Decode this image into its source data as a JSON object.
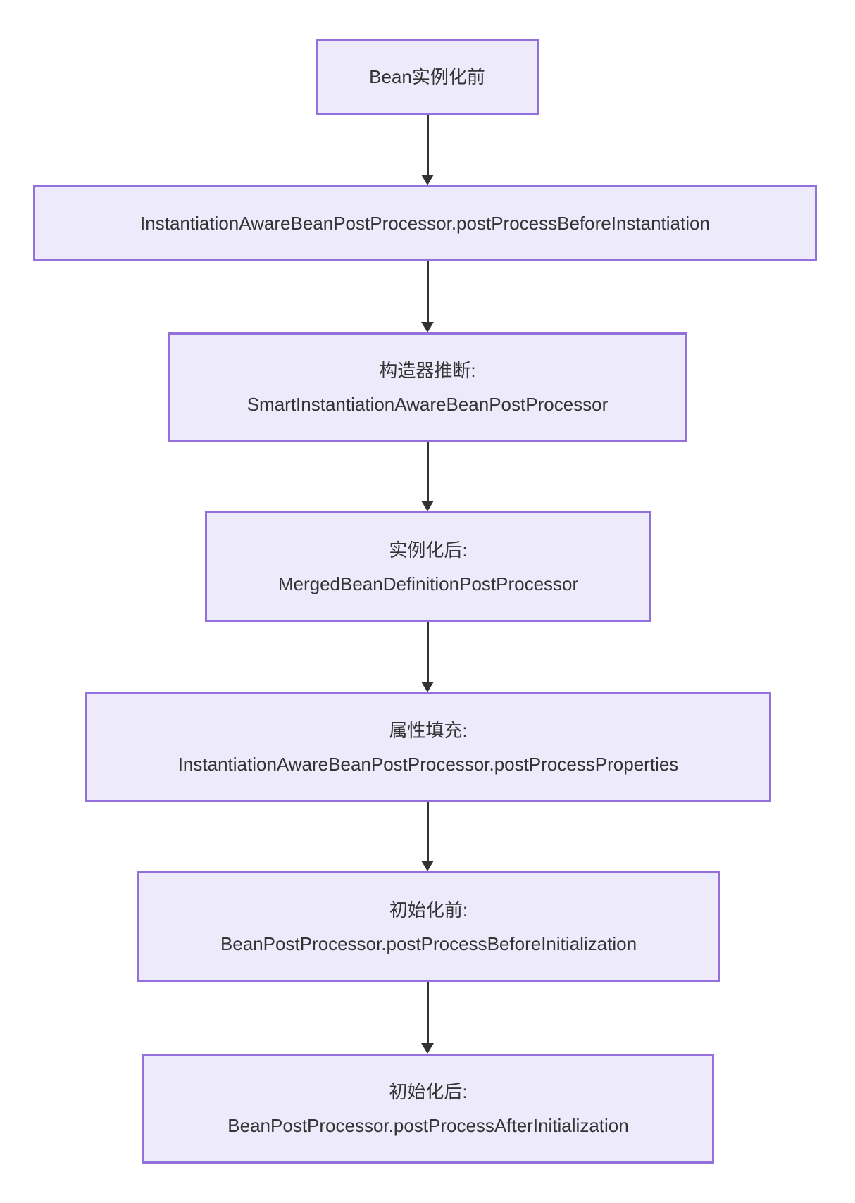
{
  "diagram": {
    "type": "flowchart",
    "direction": "top-down",
    "colors": {
      "node_fill": "#ECEAFB",
      "node_border": "#9370DB",
      "arrow": "#333333",
      "text": "#333333",
      "background": "#FFFFFF"
    },
    "nodes": [
      {
        "id": "bean-pre-instantiation",
        "line1": "Bean实例化前"
      },
      {
        "id": "post-process-before-instantiation",
        "line1": "InstantiationAwareBeanPostProcessor.postProcessBeforeInstantiation"
      },
      {
        "id": "constructor-inference",
        "line1": "构造器推断:",
        "line2": "SmartInstantiationAwareBeanPostProcessor"
      },
      {
        "id": "after-instantiation",
        "line1": "实例化后:",
        "line2": "MergedBeanDefinitionPostProcessor"
      },
      {
        "id": "property-population",
        "line1": "属性填充:",
        "line2": "InstantiationAwareBeanPostProcessor.postProcessProperties"
      },
      {
        "id": "before-initialization",
        "line1": "初始化前:",
        "line2": "BeanPostProcessor.postProcessBeforeInitialization"
      },
      {
        "id": "after-initialization",
        "line1": "初始化后:",
        "line2": "BeanPostProcessor.postProcessAfterInitialization"
      }
    ],
    "edges": [
      {
        "from": "bean-pre-instantiation",
        "to": "post-process-before-instantiation"
      },
      {
        "from": "post-process-before-instantiation",
        "to": "constructor-inference"
      },
      {
        "from": "constructor-inference",
        "to": "after-instantiation"
      },
      {
        "from": "after-instantiation",
        "to": "property-population"
      },
      {
        "from": "property-population",
        "to": "before-initialization"
      },
      {
        "from": "before-initialization",
        "to": "after-initialization"
      }
    ]
  }
}
